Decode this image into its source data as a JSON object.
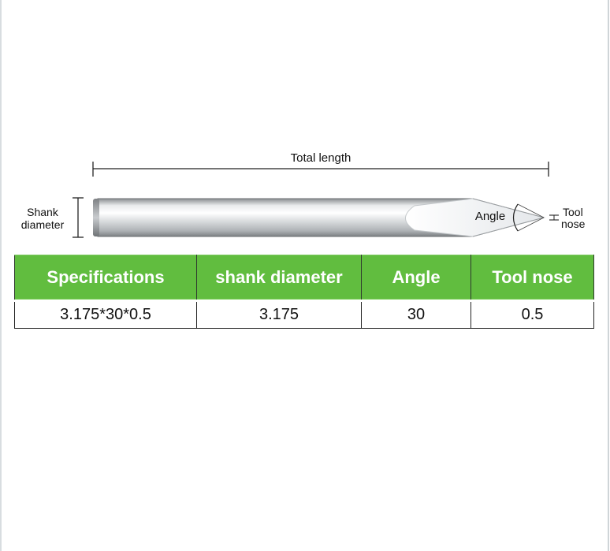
{
  "diagram": {
    "total_length_label": "Total length",
    "shank_diameter_label_line1": "Shank",
    "shank_diameter_label_line2": "diameter",
    "angle_label": "Angle",
    "tool_nose_label_line1": "Tool",
    "tool_nose_label_line2": "nose"
  },
  "spec_table": {
    "headers": [
      "Specifications",
      "shank diameter",
      "Angle",
      "Tool nose"
    ],
    "rows": [
      [
        "3.175*30*0.5",
        "3.175",
        "30",
        "0.5"
      ]
    ]
  }
}
